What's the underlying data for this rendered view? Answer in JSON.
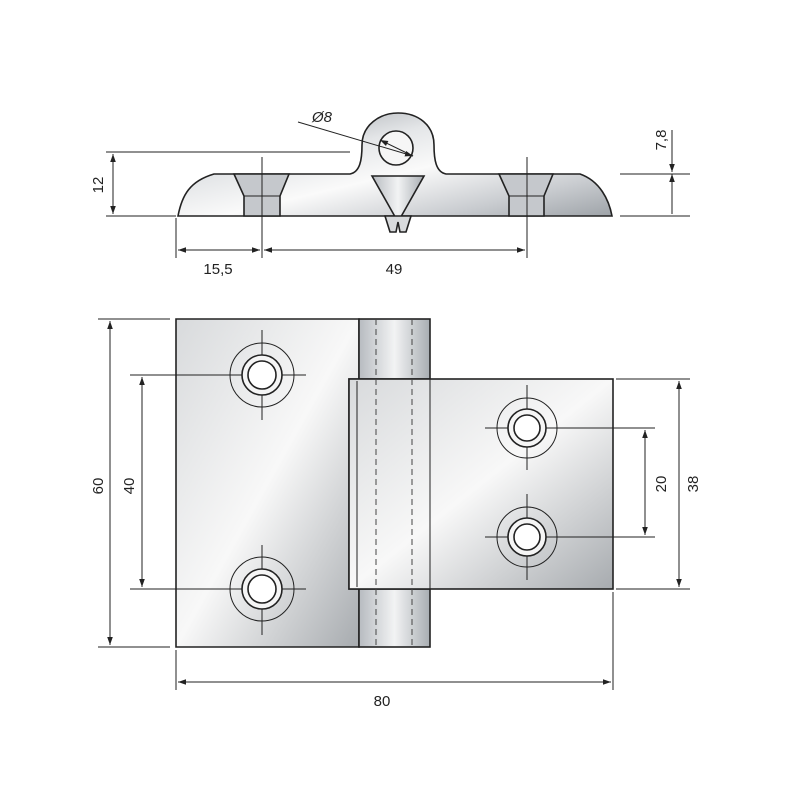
{
  "dimensions": {
    "hole_diameter": "Ø8",
    "thickness": "7,8",
    "height_side": "12",
    "offset_left": "15,5",
    "span_top": "49",
    "height_total": "60",
    "hole_spacing_left": "40",
    "hole_spacing_right": "20",
    "height_right_leaf": "38",
    "width_total": "80"
  }
}
